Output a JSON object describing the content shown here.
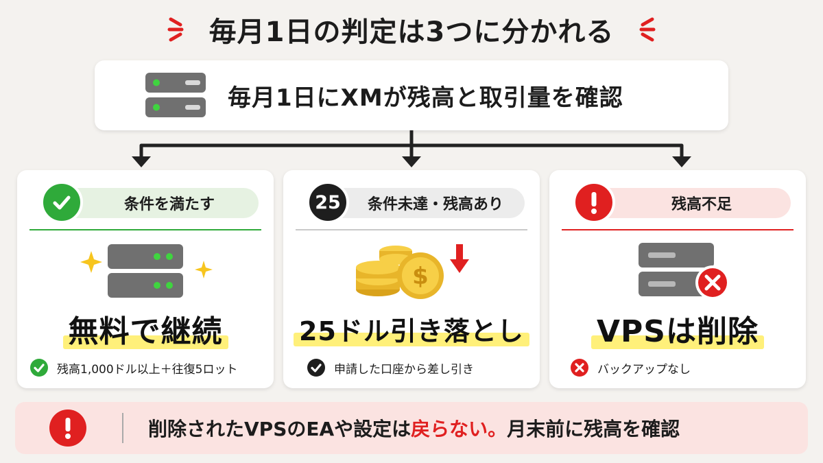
{
  "title": "毎月1日の判定は3つに分かれる",
  "top": {
    "text": "毎月1日にXMが残高と取引量を確認",
    "icon": "server-icon"
  },
  "cards": [
    {
      "header": "条件を満たす",
      "badge_icon": "check-circle-icon",
      "illustration": "server-sparkle-icon",
      "result": "無料で継続",
      "note": "残高1,000ドル以上＋往復5ロット",
      "note_icon": "check-circle-icon",
      "accent": "#2faa3a",
      "pill_color": "#e6f2e2"
    },
    {
      "header": "条件未達・残高あり",
      "badge_text": "25",
      "illustration": "coins-down-icon",
      "result": "25ドル引き落とし",
      "note": "申請した口座から差し引き",
      "note_icon": "check-circle-icon",
      "accent": "#1e1e1e",
      "pill_color": "#ececec"
    },
    {
      "header": "残高不足",
      "badge_icon": "exclamation-circle-icon",
      "illustration": "server-delete-icon",
      "result": "VPSは削除",
      "note": "バックアップなし",
      "note_icon": "x-circle-icon",
      "accent": "#e02020",
      "pill_color": "#fbe3e1"
    }
  ],
  "banner": {
    "icon": "exclamation-circle-icon",
    "text_before": "削除されたVPSのEAや設定は",
    "text_emphasis": "戻らない。",
    "text_after": "月末前に残高を確認"
  },
  "colors": {
    "green": "#2faa3a",
    "red": "#e02020",
    "dark": "#1e1e1e",
    "highlight": "#fff07a",
    "background": "#f4f2ef"
  }
}
